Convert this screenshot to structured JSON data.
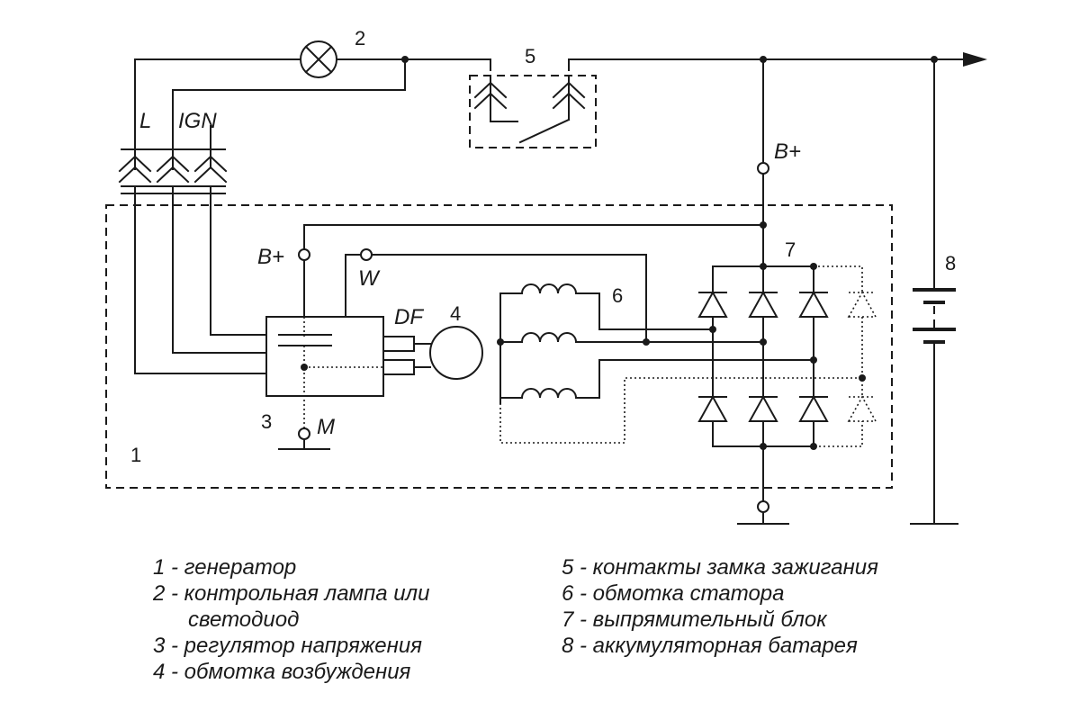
{
  "labels": {
    "L": "L",
    "IGN": "IGN",
    "b_plus": "B+",
    "w": "W",
    "df": "DF",
    "m": "M"
  },
  "numbers": {
    "generator": "1",
    "lamp": "2",
    "regulator": "3",
    "excitation": "4",
    "ignition_contacts": "5",
    "stator": "6",
    "rectifier": "7",
    "battery": "8"
  },
  "legend": {
    "left": [
      {
        "text": "1 - генератор"
      },
      {
        "text": "2 - контрольная лампа или"
      },
      {
        "text": "светодиод"
      },
      {
        "text": "3 - регулятор напряжения"
      },
      {
        "text": "4 - обмотка возбуждения"
      }
    ],
    "right": [
      {
        "text": "5 - контакты замка зажигания"
      },
      {
        "text": "6 - обмотка статора"
      },
      {
        "text": "7 - выпрямительный блок"
      },
      {
        "text": "8 - аккумуляторная батарея"
      }
    ]
  }
}
